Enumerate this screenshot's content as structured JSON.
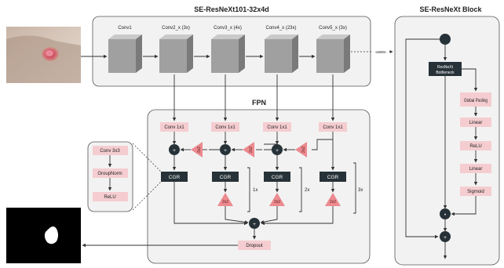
{
  "diagram": {
    "backbone_title": "SE-ResNeXt101-32x4d",
    "block_title": "SE-ResNeXt Block",
    "fpn_title": "FPN",
    "uses_label": "-uses-",
    "stages": [
      "Conv1",
      "Conv2_x (3x)",
      "Conv3_x (4x)",
      "Conv4_x (23x)",
      "Conv5_x (3x)"
    ],
    "conv1x1": "Conv 1x1",
    "upsample": "2x2",
    "cgr": "CGR",
    "repeat_labels": [
      "1x",
      "2x",
      "3x"
    ],
    "plus_symbol": "+",
    "dot_symbol": "•",
    "dropout": "Dropout",
    "cgr_detail": [
      "Conv 3x3",
      "GroupNorm",
      "ReLU"
    ],
    "block_bottleneck": [
      "ResNeXt",
      "Bottleneck"
    ],
    "block_steps": [
      "Global Pooling",
      "Linear",
      "ReLU",
      "Linear",
      "Sigmoid"
    ],
    "colors": {
      "pink": "#f5cdd0",
      "dark": "#263238",
      "triangle": "#ec8a8f",
      "panel": "#f2f2f2"
    }
  }
}
